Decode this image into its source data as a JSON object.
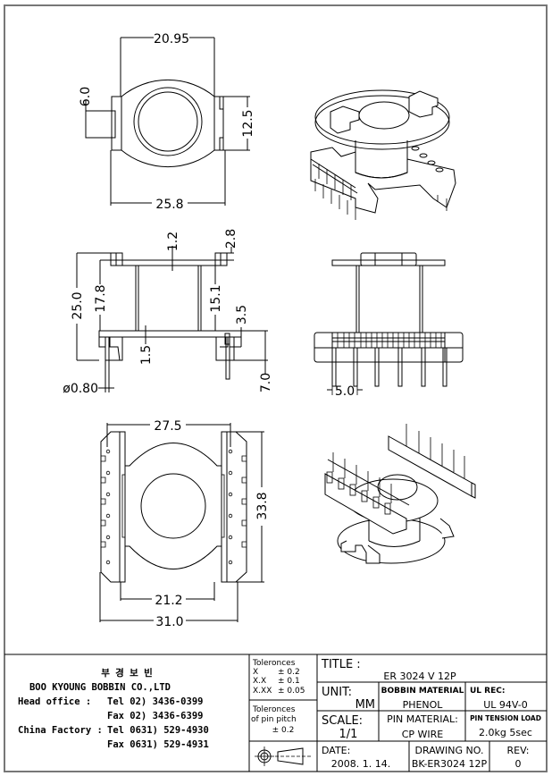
{
  "drawing": {
    "top_view": {
      "dims": {
        "width_flange": "20.95",
        "width_overall": "25.8",
        "tab_height": "6.0",
        "slot_height": "12.5"
      }
    },
    "front_view": {
      "dims": {
        "total_height": "25.0",
        "inner_height": "17.8",
        "flange_top": "1.2",
        "tab_top": "2.8",
        "winding_height": "15.1",
        "base_step": "3.5",
        "flange_bottom": "1.5",
        "pin_diameter": "ø0.80",
        "pin_length": "7.0"
      }
    },
    "side_view": {
      "dims": {
        "pin_pitch": "5.0"
      }
    },
    "bottom_view": {
      "dims": {
        "pin_span": "27.5",
        "length": "33.8",
        "inner_width": "21.2",
        "overall_width": "31.0"
      }
    }
  },
  "title_block": {
    "company": {
      "korean_name": "부 경 보 빈",
      "english_name": "BOO KYOUNG BOBBIN CO.,LTD",
      "head_office_label": "Head office   :",
      "head_tel": "Tel  02) 3436-0399",
      "head_fax": "Fax  02) 3436-6399",
      "china_label": "China Factory :",
      "china_tel": "Tel 0631) 529-4930",
      "china_fax": "Fax 0631) 529-4931"
    },
    "tolerances": {
      "heading": "Toleronces",
      "rows": [
        {
          "fmt": "X",
          "val": "± 0.2"
        },
        {
          "fmt": "X.X",
          "val": "± 0.1"
        },
        {
          "fmt": "X.XX",
          "val": "± 0.05"
        }
      ],
      "pin_heading_1": "Toleronces",
      "pin_heading_2": "of pin pitch",
      "pin_value": "± 0.2"
    },
    "title_label": "TITLE :",
    "title_value": "ER 3024 V 12P",
    "unit_label": "UNIT:",
    "unit_value": "MM",
    "bobbin_material_label": "BOBBIN MATERIAL",
    "bobbin_material_value": "PHENOL",
    "ul_rec_label": "UL REC:",
    "ul_rec_value": "UL 94V-0",
    "scale_label": "SCALE:",
    "scale_value": "1/1",
    "pin_material_label": "PIN MATERIAL:",
    "pin_material_value": "CP WIRE",
    "pin_tension_label": "PIN TENSION LOAD",
    "pin_tension_value": "2.0kg 5sec",
    "date_label": "DATE:",
    "date_value": "2008. 1. 14.",
    "drawing_no_label": "DRAWING NO.",
    "drawing_no_value": "BK-ER3024 12P",
    "rev_label": "REV:",
    "rev_value": "0",
    "projection_symbol": "first-angle-projection-icon"
  }
}
